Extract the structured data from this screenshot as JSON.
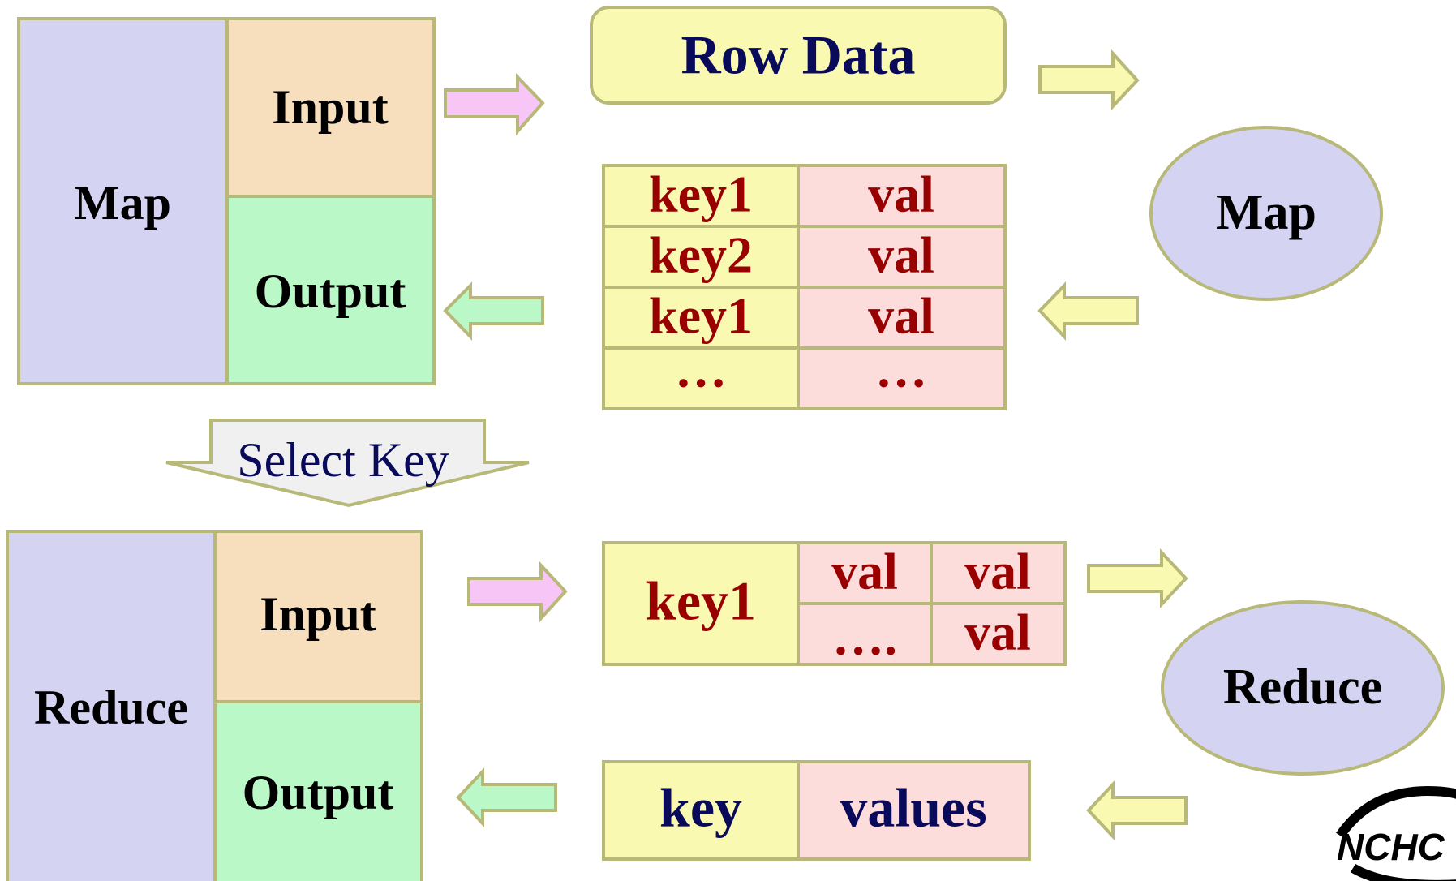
{
  "colors": {
    "border": "#b8b878",
    "lavender": "#d4d4f2",
    "peach": "#f7dfbe",
    "mint": "#baf8c8",
    "cream": "#f9f9b2",
    "pink": "#fddcdc",
    "arrow_pink": "#f8c6f6",
    "arrow_green": "#baf8c8",
    "arrow_yellow": "#f9f9b2",
    "select_fill": "#f0f0f0",
    "text_dark": "#000000",
    "text_navy": "#0a0a5a",
    "text_maroon": "#990000"
  },
  "map_block": {
    "label": "Map",
    "input_label": "Input",
    "output_label": "Output"
  },
  "reduce_block": {
    "label": "Reduce",
    "input_label": "Input",
    "output_label": "Output"
  },
  "select_key": {
    "label": "Select Key"
  },
  "row_data": {
    "label": "Row Data"
  },
  "map_table": {
    "rows": [
      {
        "key": "key1",
        "val": "val"
      },
      {
        "key": "key2",
        "val": "val"
      },
      {
        "key": "key1",
        "val": "val"
      },
      {
        "key": "…",
        "val": "…"
      }
    ]
  },
  "reduce_table": {
    "key": "key1",
    "cells": [
      "val",
      "val",
      "….",
      "val"
    ]
  },
  "result_table": {
    "key": "key",
    "values": "values"
  },
  "map_ellipse": {
    "label": "Map"
  },
  "reduce_ellipse": {
    "label": "Reduce"
  },
  "logo": {
    "text": "NCHC",
    "icon": "nchc-logo-icon"
  }
}
